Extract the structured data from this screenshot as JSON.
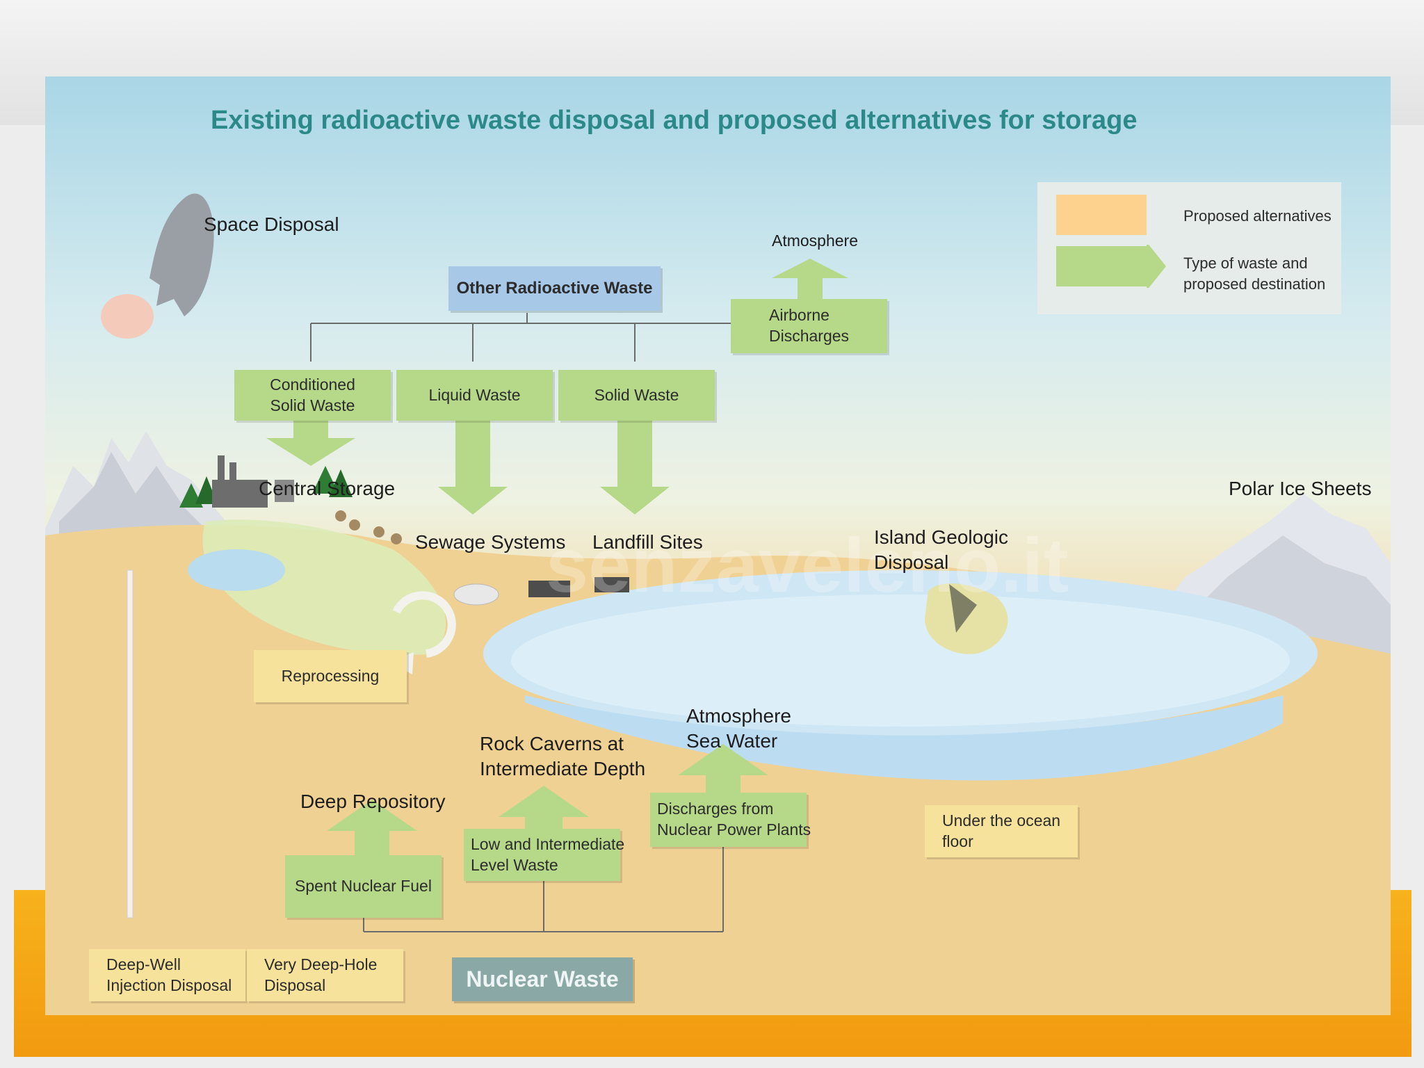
{
  "title": "Existing radioactive waste disposal and proposed alternatives for storage",
  "legend": {
    "proposed": "Proposed alternatives",
    "type_line1": "Type of waste and",
    "type_line2": "proposed destination",
    "proposed_color": "#fcd28e",
    "type_color": "#b6d989"
  },
  "places": {
    "space": "Space Disposal",
    "atmosphere_top": "Atmosphere",
    "central_storage": "Central Storage",
    "sewage": "Sewage Systems",
    "landfill": "Landfill Sites",
    "island_line1": "Island Geologic",
    "island_line2": "Disposal",
    "polar": "Polar Ice Sheets",
    "caverns_line1": "Rock Caverns at",
    "caverns_line2": "Intermediate Depth",
    "atm_sea_line1": "Atmosphere",
    "atm_sea_line2": "Sea Water",
    "deep_repo": "Deep Repository"
  },
  "boxes": {
    "other_waste": "Other Radioactive Waste",
    "airborne_line1": "Airborne",
    "airborne_line2": "Discharges",
    "conditioned_line1": "Conditioned",
    "conditioned_line2": "Solid Waste",
    "liquid": "Liquid Waste",
    "solid": "Solid Waste",
    "reprocessing": "Reprocessing",
    "spent_fuel": "Spent Nuclear Fuel",
    "low_line1": "Low and Intermediate",
    "low_line2": "Level Waste",
    "discharges_line1": "Discharges from",
    "discharges_line2": "Nuclear Power Plants",
    "ocean_line1": "Under the ocean",
    "ocean_line2": "floor",
    "deep_well_line1": "Deep-Well",
    "deep_well_line2": "Injection Disposal",
    "deep_hole_line1": "Very Deep-Hole",
    "deep_hole_line2": "Disposal",
    "nuclear_waste": "Nuclear Waste"
  },
  "colors": {
    "green_box": "#b6d989",
    "yellow_box": "#f6e29a",
    "blue_box": "#a8c8e8",
    "title": "#2b8a89",
    "nuclear_box": "#8aa8a6"
  }
}
